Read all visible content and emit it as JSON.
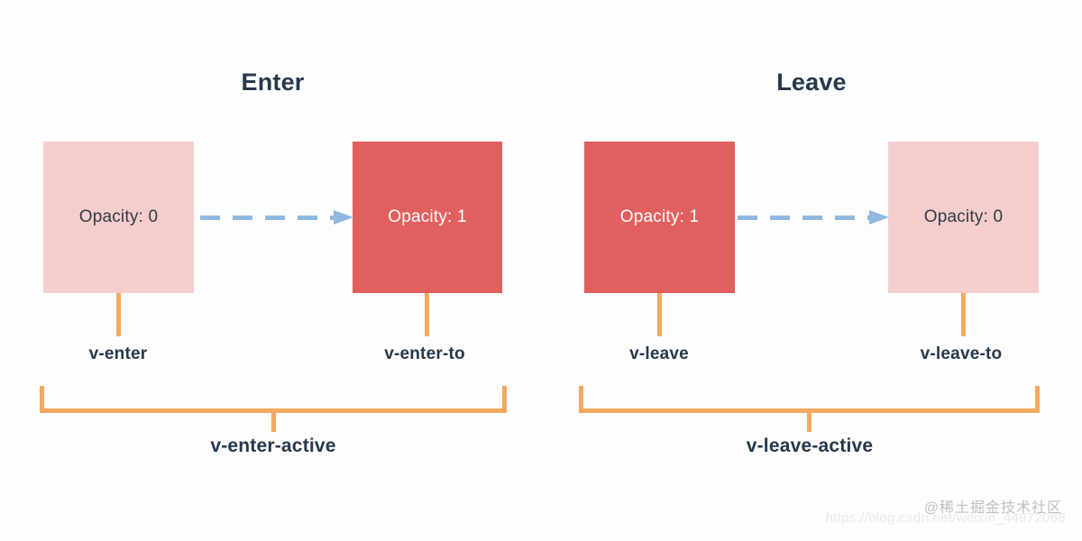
{
  "diagram": {
    "title_bar_colors": {
      "light_box": "#f6cdcd",
      "solid_box": "#e1605f",
      "arrow": "#8fb9e0",
      "bracket": "#f3a962",
      "text_dark": "#26384c",
      "background": "#fdfdfd"
    },
    "sections": [
      {
        "id": "enter",
        "title": "Enter",
        "start_box": {
          "label": "Opacity: 0",
          "style": "light"
        },
        "end_box": {
          "label": "Opacity: 1",
          "style": "solid"
        },
        "start_class": "v-enter",
        "end_class": "v-enter-to",
        "active_class": "v-enter-active"
      },
      {
        "id": "leave",
        "title": "Leave",
        "start_box": {
          "label": "Opacity: 1",
          "style": "solid"
        },
        "end_box": {
          "label": "Opacity: 0",
          "style": "light"
        },
        "start_class": "v-leave",
        "end_class": "v-leave-to",
        "active_class": "v-leave-active"
      }
    ]
  },
  "watermarks": {
    "community": "@稀土掘金技术社区",
    "url": "https://blog.csdn.net/weixin_44972068"
  }
}
